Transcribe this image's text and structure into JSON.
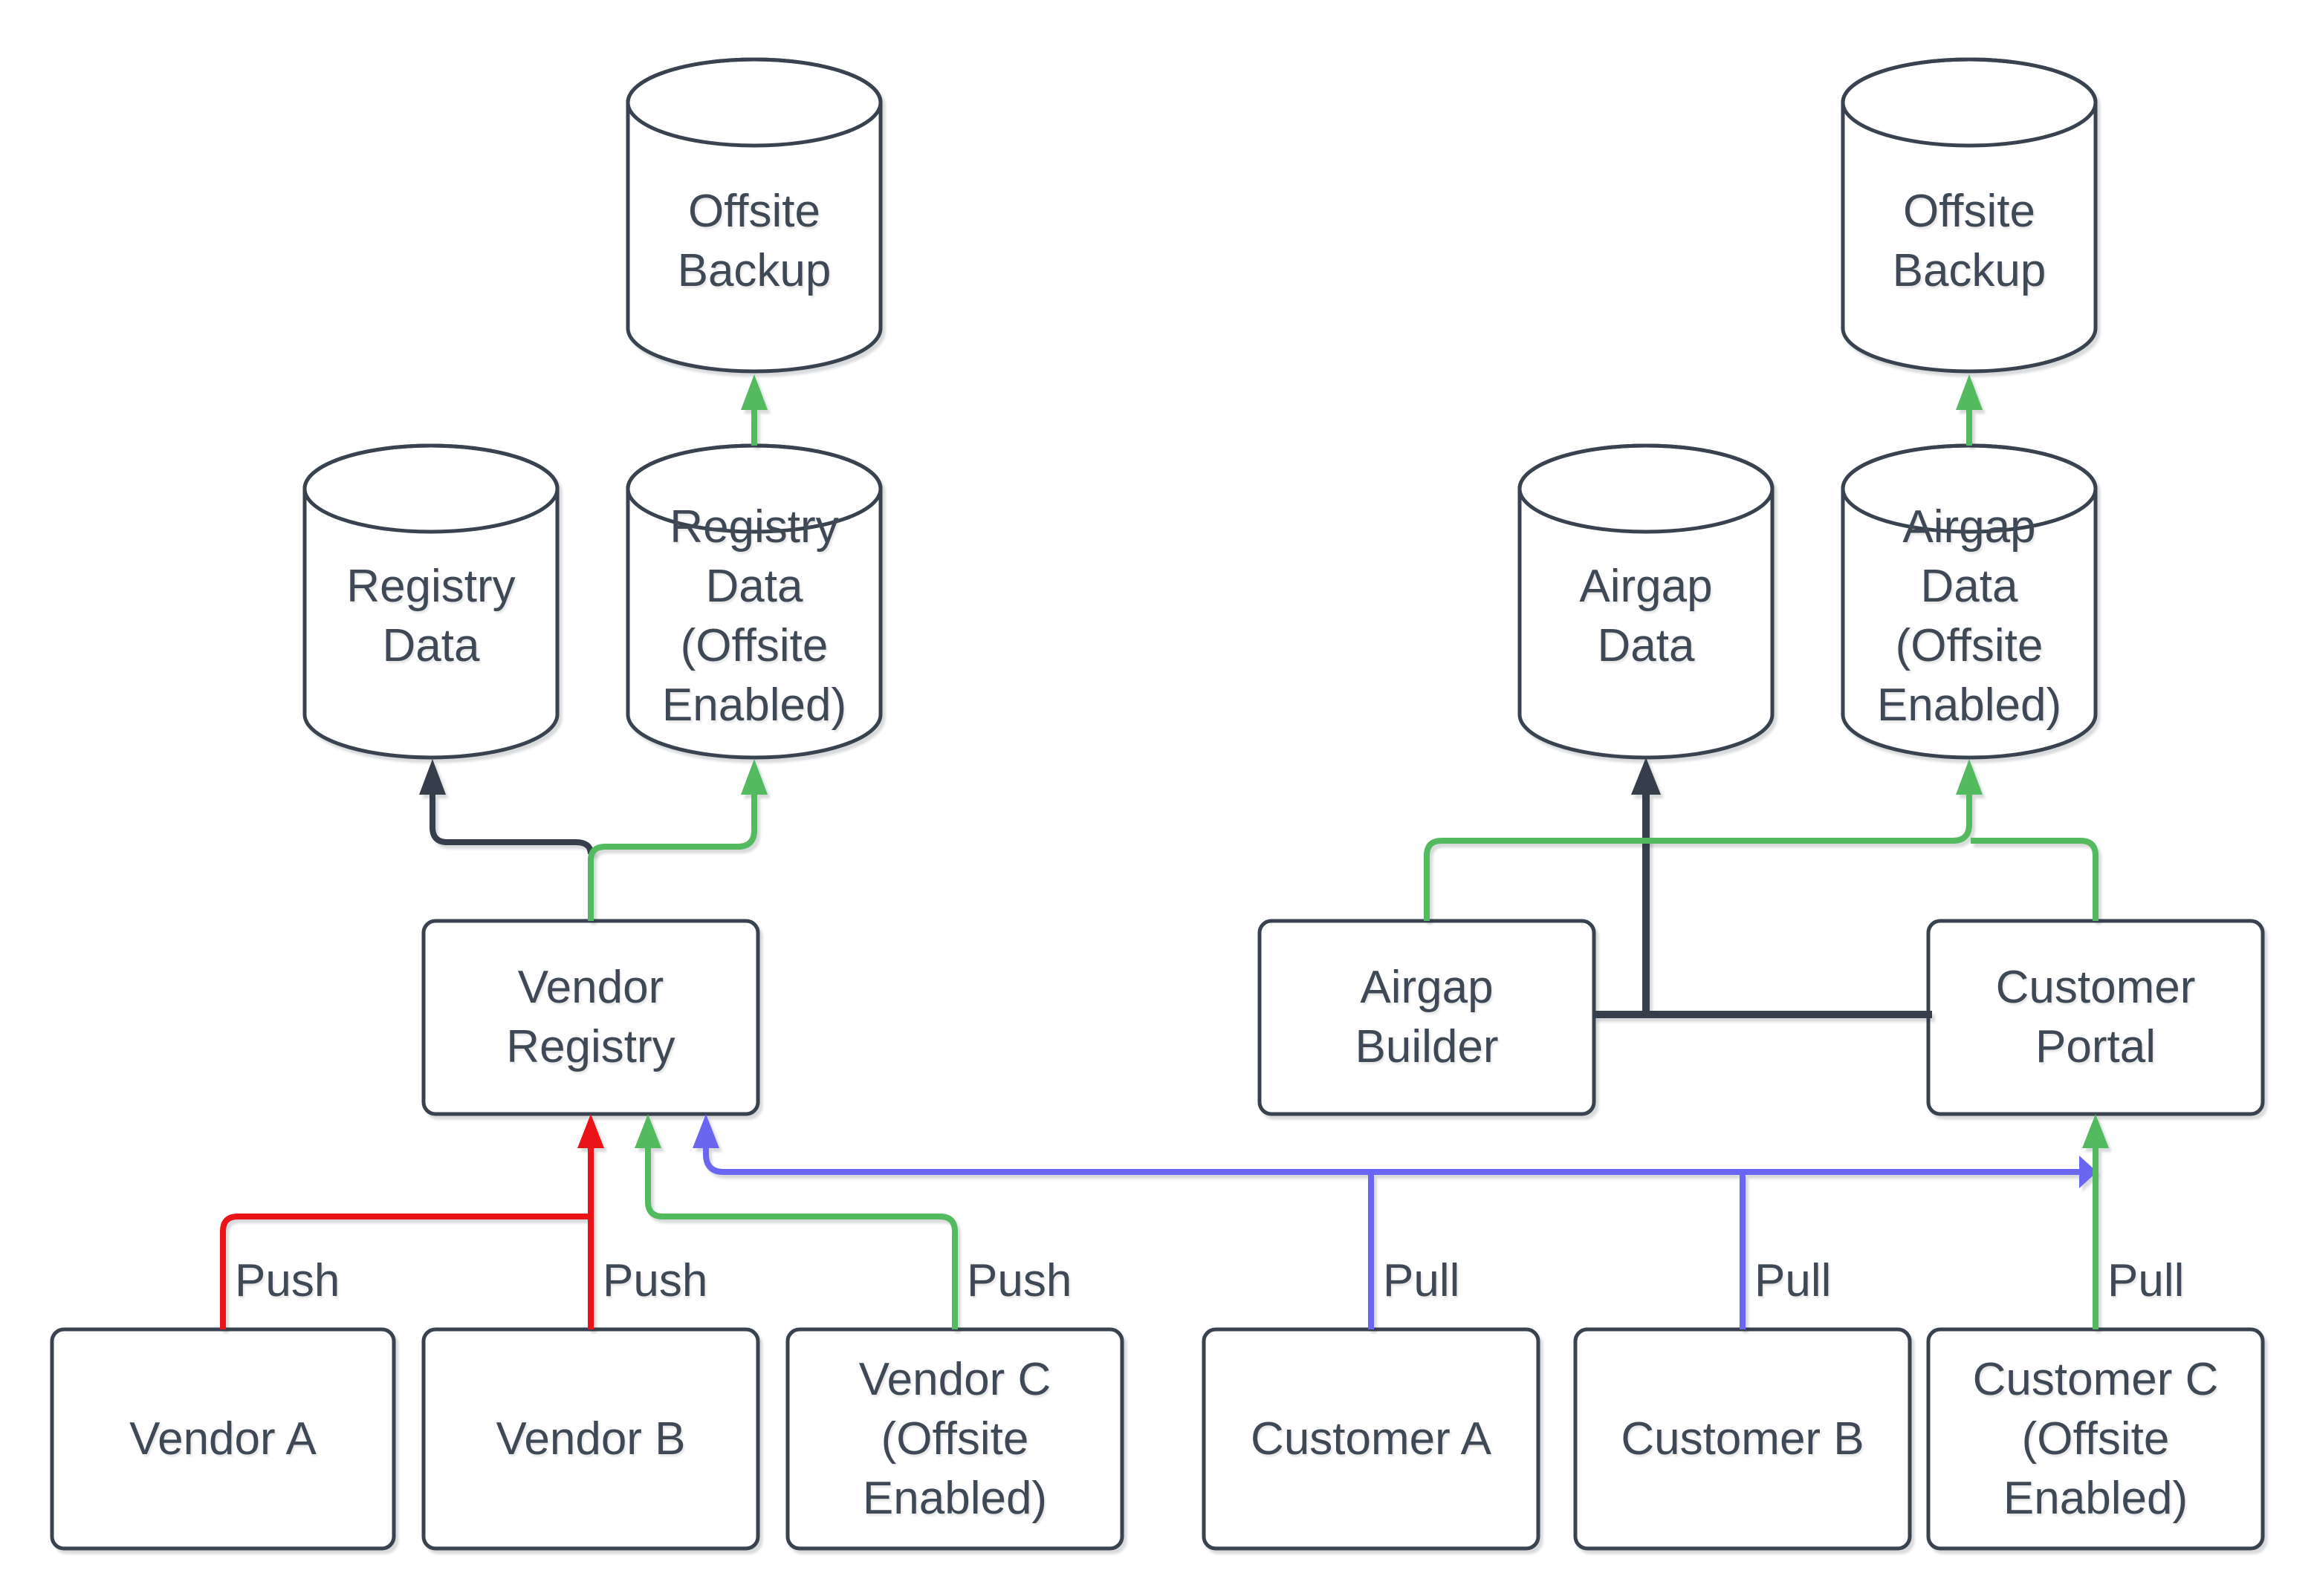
{
  "colors": {
    "background": "#ffffff",
    "node_stroke": "#39424f",
    "text": "#3f4956",
    "arrow_dark": "#353e4a",
    "arrow_red": "#ea1418",
    "arrow_green": "#54ba60",
    "arrow_blue": "#6a66f2"
  },
  "nodes": {
    "offsite_backup_left": {
      "label": "Offsite\nBackup",
      "shape": "cylinder"
    },
    "registry_data": {
      "label": "Registry\nData",
      "shape": "cylinder"
    },
    "registry_data_offsite": {
      "label": "Registry\nData\n(Offsite\nEnabled)",
      "shape": "cylinder"
    },
    "vendor_registry": {
      "label": "Vendor\nRegistry",
      "shape": "box"
    },
    "vendor_a": {
      "label": "Vendor A",
      "shape": "box"
    },
    "vendor_b": {
      "label": "Vendor B",
      "shape": "box"
    },
    "vendor_c": {
      "label": "Vendor C\n(Offsite\nEnabled)",
      "shape": "box"
    },
    "offsite_backup_right": {
      "label": "Offsite\nBackup",
      "shape": "cylinder"
    },
    "airgap_data": {
      "label": "Airgap\nData",
      "shape": "cylinder"
    },
    "airgap_data_offsite": {
      "label": "Airgap\nData\n(Offsite\nEnabled)",
      "shape": "cylinder"
    },
    "airgap_builder": {
      "label": "Airgap\nBuilder",
      "shape": "box"
    },
    "customer_portal": {
      "label": "Customer\nPortal",
      "shape": "box"
    },
    "customer_a": {
      "label": "Customer A",
      "shape": "box"
    },
    "customer_b": {
      "label": "Customer B",
      "shape": "box"
    },
    "customer_c": {
      "label": "Customer C\n(Offsite\nEnabled)",
      "shape": "box"
    }
  },
  "edge_labels": {
    "push_vendor_a": "Push",
    "push_vendor_b": "Push",
    "push_vendor_c": "Push",
    "pull_customer_a": "Pull",
    "pull_customer_b": "Pull",
    "pull_customer_c": "Pull"
  }
}
